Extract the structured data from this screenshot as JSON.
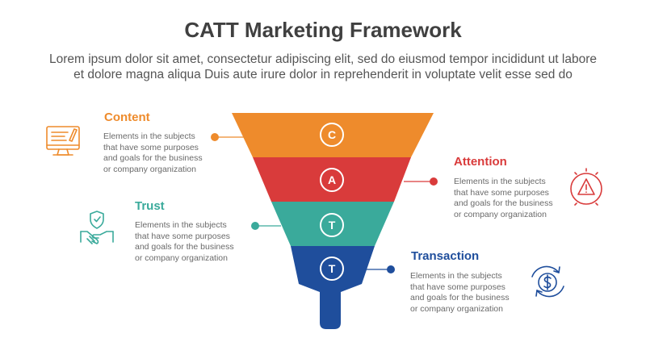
{
  "title": "CATT Marketing Framework",
  "subtitle_line1": "Lorem ipsum dolor sit amet, consectetur adipiscing elit, sed do eiusmod tempor incididunt ut labore",
  "subtitle_line2": "et dolore magna aliqua Duis aute irure dolor in reprehenderit in voluptate velit esse sed do",
  "colors": {
    "content": "#EE8B2C",
    "attention": "#D93B3B",
    "trust": "#3AAA9B",
    "transaction": "#1F4E9C"
  },
  "stages": [
    {
      "letter": "C",
      "heading": "Content",
      "icon": "computer-monitor-icon",
      "body": [
        "Elements in the subjects",
        "that have some purposes",
        "and goals for the  business",
        "or company organization"
      ]
    },
    {
      "letter": "A",
      "heading": "Attention",
      "icon": "warning-alert-icon",
      "body": [
        "Elements in the subjects",
        "that have some purposes",
        "and goals for the  business",
        "or company organization"
      ]
    },
    {
      "letter": "T",
      "heading": "Trust",
      "icon": "handshake-shield-icon",
      "body": [
        "Elements in the subjects",
        "that have some purposes",
        "and goals for the  business",
        "or company organization"
      ]
    },
    {
      "letter": "T",
      "heading": "Transaction",
      "icon": "dollar-cycle-icon",
      "body": [
        "Elements in the subjects",
        "that have some purposes",
        "and goals for the  business",
        "or company organization"
      ]
    }
  ]
}
